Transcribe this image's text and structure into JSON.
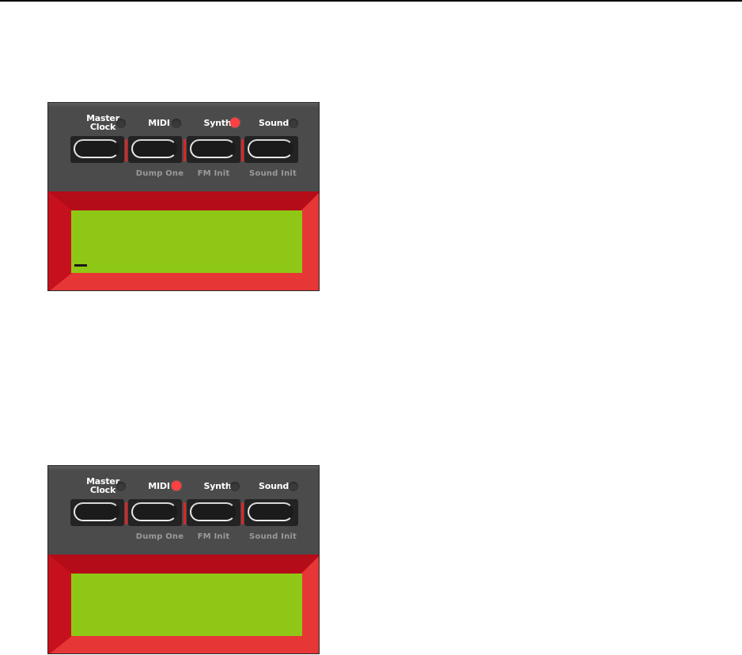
{
  "panels": [
    {
      "id": "panel-1",
      "active_led": "synth",
      "buttons": {
        "master_clock": {
          "line1": "Master",
          "line2": "Clock",
          "led": "off"
        },
        "midi": {
          "label": "MIDI",
          "led": "off",
          "sub": "Dump One"
        },
        "synth": {
          "label": "Synth",
          "led": "on",
          "sub": "FM Init"
        },
        "sound": {
          "label": "Sound",
          "led": "off",
          "sub": "Sound Init"
        }
      },
      "lcd": {
        "cursor_visible": true
      }
    },
    {
      "id": "panel-2",
      "active_led": "midi",
      "buttons": {
        "master_clock": {
          "line1": "Master",
          "line2": "Clock",
          "led": "off"
        },
        "midi": {
          "label": "MIDI",
          "led": "on",
          "sub": "Dump One"
        },
        "synth": {
          "label": "Synth",
          "led": "off",
          "sub": "FM Init"
        },
        "sound": {
          "label": "Sound",
          "led": "off",
          "sub": "Sound Init"
        }
      },
      "lcd": {
        "cursor_visible": false
      }
    }
  ],
  "colors": {
    "led_on": "#ff4040",
    "led_off": "#3a3a3b",
    "lcd_green": "#8fc717",
    "bezel_red": "#e63636",
    "panel_gray": "#4b4b4c"
  }
}
